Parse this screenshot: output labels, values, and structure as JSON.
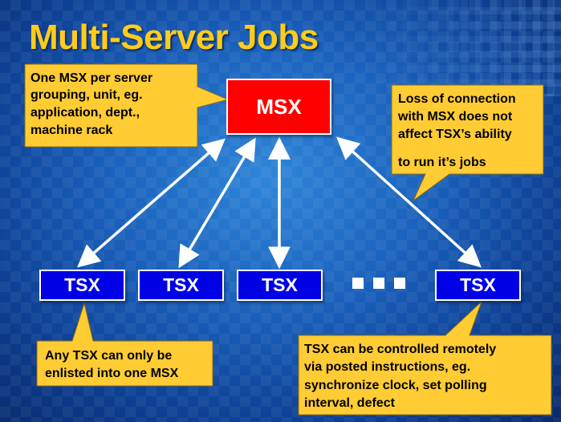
{
  "title": "Multi-Server Jobs",
  "msx_label": "MSX",
  "tsx_labels": [
    "TSX",
    "TSX",
    "TSX",
    "TSX"
  ],
  "callouts": {
    "msx_grouping": [
      "One MSX per server",
      "grouping, unit, eg.",
      "application, dept.,",
      "machine rack"
    ],
    "connection_loss": [
      "Loss of connection",
      "with MSX does not",
      "affect TSX’s ability",
      "to run it’s jobs"
    ],
    "enlistment": [
      "Any TSX can only be",
      "enlisted into one MSX"
    ],
    "remote_control": [
      "TSX can be controlled remotely",
      "via posted instructions, eg.",
      "synchronize clock, set polling",
      "interval, defect"
    ]
  },
  "colors": {
    "title": "#ffcc1a",
    "callout_fill": "#ffcc33",
    "msx_fill": "#ff0000",
    "tsx_fill": "#0000e6",
    "background": "#1a62bd",
    "arrow": "#ffffff"
  }
}
